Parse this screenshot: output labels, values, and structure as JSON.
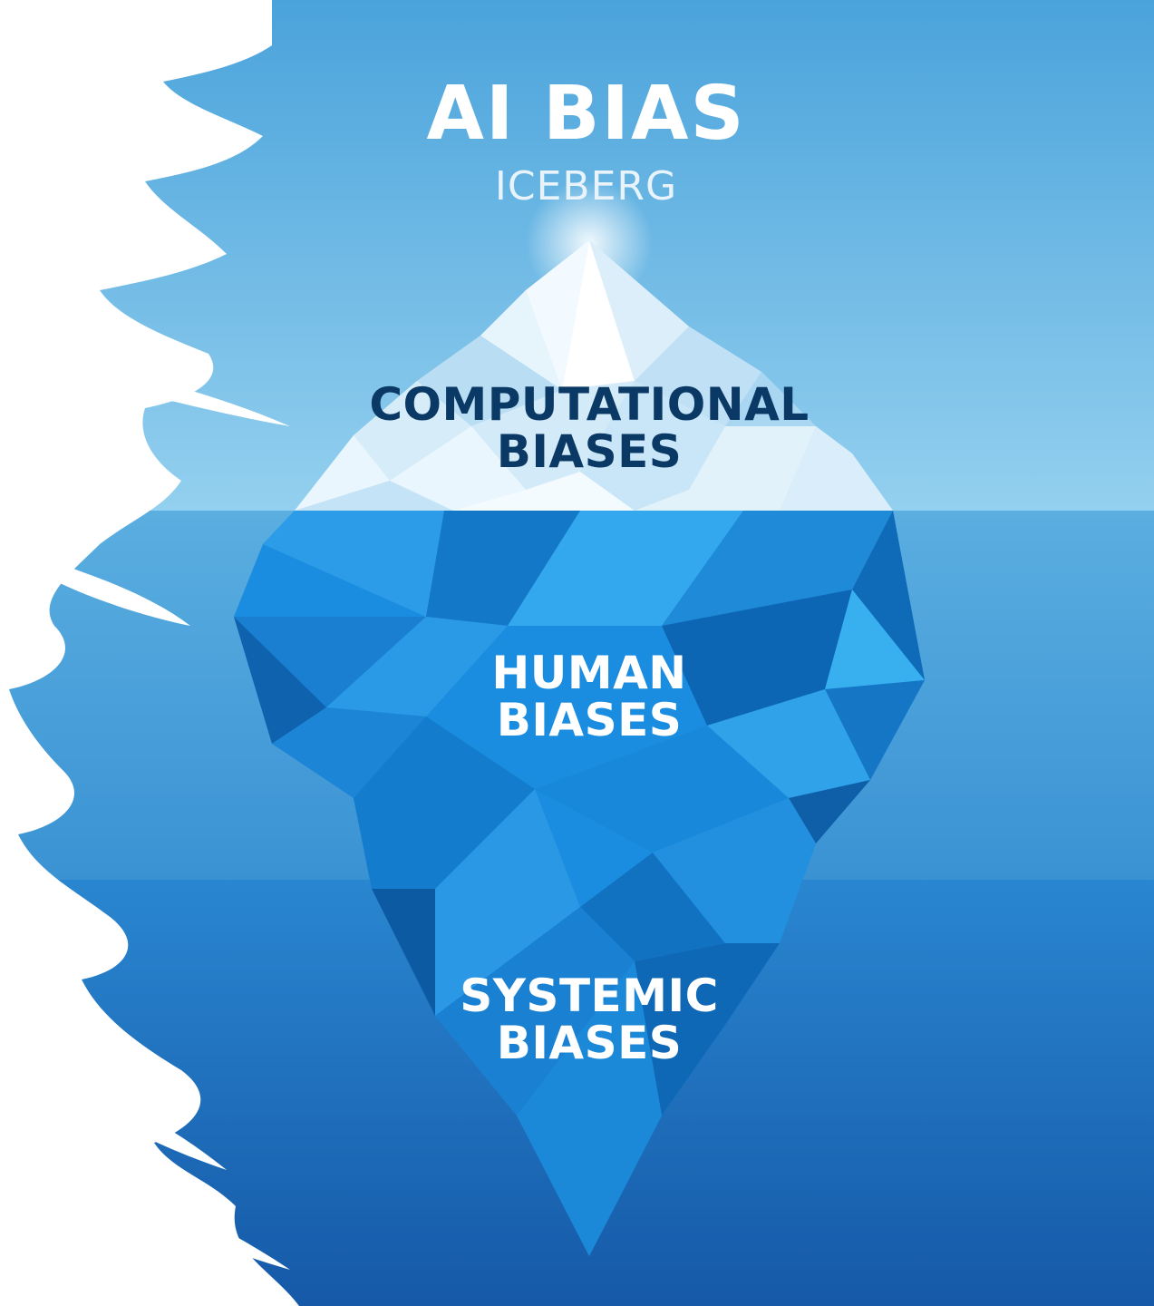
{
  "title": "AI BIAS",
  "subtitle": "ICEBERG",
  "layers": [
    {
      "line1": "COMPUTATIONAL",
      "line2": "BIASES"
    },
    {
      "line1": "HUMAN",
      "line2": "BIASES"
    },
    {
      "line1": "SYSTEMIC",
      "line2": "BIASES"
    }
  ],
  "colors": {
    "sky_top": "#4aa3db",
    "sky_bottom": "#8fcdee",
    "sea_upper": "#3f9bd8",
    "sea_lower": "#1f6fc0",
    "ice_above": "#dff1fb",
    "ice_below": "#1a8fe0",
    "label_dark": "#0b3966",
    "label_light": "#ffffff"
  }
}
